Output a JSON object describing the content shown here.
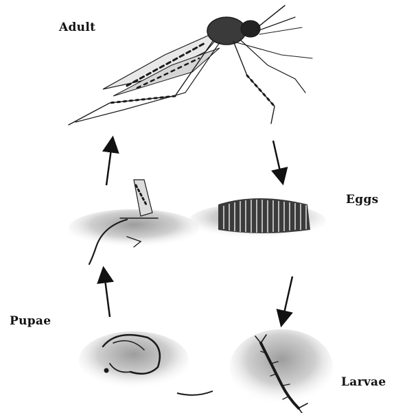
{
  "labels": {
    "adult": "Adult",
    "eggs": "Eggs",
    "pupae": "Pupae",
    "larvae": "Larvae"
  },
  "colors": {
    "ink": "#111111",
    "water": "#c9c9c9",
    "background": "#ffffff"
  }
}
